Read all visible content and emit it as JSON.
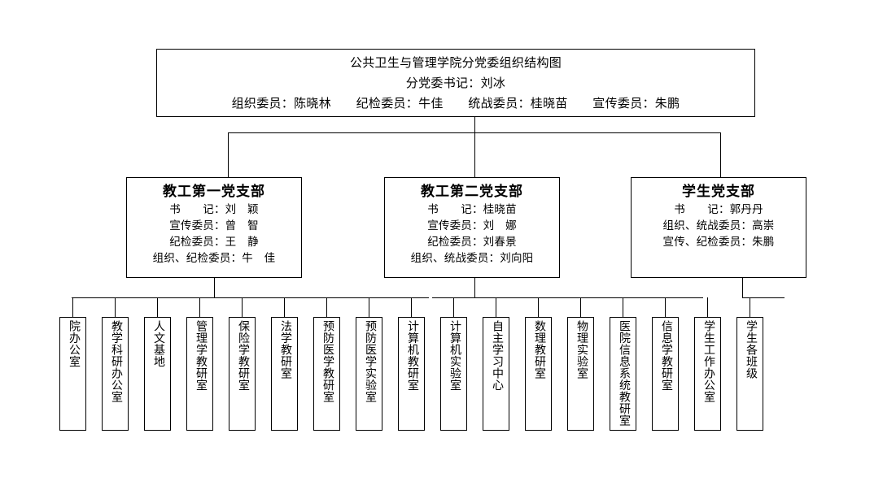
{
  "chart_data": {
    "type": "diagram",
    "title": "公共卫生与管理学院分党委组织结构图",
    "orientation": "top-down org chart",
    "levels": 3
  },
  "root": {
    "title": "公共卫生与管理学院分党委组织结构图",
    "secretary_line": "分党委书记：刘冰",
    "members_line": "组织委员：陈晓林　　纪检委员：牛佳　　统战委员：桂晓苗　　宣传委员：朱鹏"
  },
  "branches": [
    {
      "title": "教工第一党支部",
      "lines": [
        "书　　记：刘　颖",
        "宣传委员：曾　智",
        "纪检委员：王　静",
        "组织、纪检委员：牛　佳"
      ]
    },
    {
      "title": "教工第二党支部",
      "lines": [
        "书　　记：桂晓苗",
        "宣传委员：刘　娜",
        "纪检委员：刘春景",
        "组织、统战委员：刘向阳"
      ]
    },
    {
      "title": "学生党支部",
      "lines": [
        "书　　记：郭丹丹",
        "组织、统战委员：高崇",
        "宣传、纪检委员：朱鹏"
      ]
    }
  ],
  "leaves": [
    {
      "label": "院办公室",
      "parent": 0
    },
    {
      "label": "教学科研办公室",
      "parent": 0
    },
    {
      "label": "人文基地",
      "parent": 0
    },
    {
      "label": "管理学教研室",
      "parent": 0
    },
    {
      "label": "保险学教研室",
      "parent": 0
    },
    {
      "label": "法学教研室",
      "parent": 0
    },
    {
      "label": "预防医学教研室",
      "parent": 0
    },
    {
      "label": "预防医学实验室",
      "parent": 0
    },
    {
      "label": "计算机教研室",
      "parent": 1
    },
    {
      "label": "计算机实验室",
      "parent": 1
    },
    {
      "label": "自主学习中心",
      "parent": 1
    },
    {
      "label": "数理教研室",
      "parent": 1
    },
    {
      "label": "物理实验室",
      "parent": 1
    },
    {
      "label": "医院信息系统教研室",
      "parent": 1
    },
    {
      "label": "信息学教研室",
      "parent": 1
    },
    {
      "label": "学生工作办公室",
      "parent": 2
    },
    {
      "label": "学生各班级",
      "parent": 2
    }
  ],
  "colors": {
    "line": "#000000",
    "box_border": "#000000",
    "background": "#ffffff",
    "text": "#000000"
  }
}
